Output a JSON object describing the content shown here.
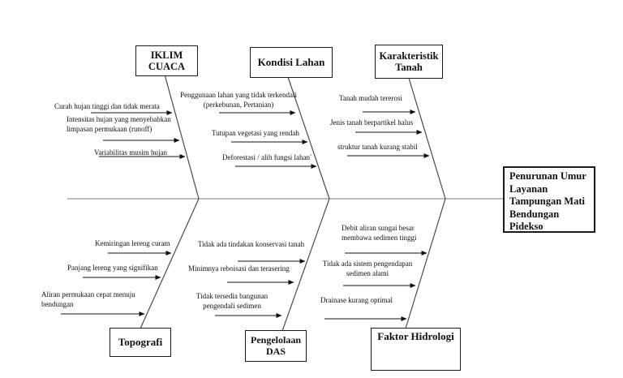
{
  "colors": {
    "spine": "#bdbdbd",
    "bone": "#4a4a4a",
    "ink": "#111111"
  },
  "effect_box": {
    "label": "Penurunan Umur\nLayanan\nTampungan Mati\nBendungan\nPidekso"
  },
  "categories": {
    "iklim_cuaca": {
      "label": "IKLIM\nCUACA",
      "causes": [
        "Curah hujan tinggi dan tidak merata",
        "Intensitas hujan yang menyebabkan\nlimpasan permukaan (runoff)",
        "Variabilitas musim hujan"
      ]
    },
    "kondisi_lahan": {
      "label": "Kondisi Lahan",
      "causes": [
        "Penggunaan lahan yang tidak terkendali\n(perkebunan, Pertanian)",
        "Tutupan vegetasi yang rendah",
        "Deforestasi / alih fungsi lahan`"
      ]
    },
    "karakteristik_tanah": {
      "label": "Karakteristik\nTanah",
      "causes": [
        "Tanah mudah tererosi",
        "Jenis tanah berpartikel halus",
        "struktur tanah kurang stabil"
      ]
    },
    "topografi": {
      "label": "Topografi",
      "causes": [
        "Kemiringan lereng curam",
        "Panjang lereng yang signifikan",
        "Aliran permukaan cepat menuju\nbendungan"
      ]
    },
    "pengelolaan_das": {
      "label": "Pengelolaan\nDAS",
      "causes": [
        "Tidak ada tindakan konservasi tanah",
        "Minimnya reboisasi dan terasering",
        "Tidak tersedia bangunan\npengendali sedimen"
      ]
    },
    "faktor_hidrologi": {
      "label": "Faktor Hidrologi",
      "causes": [
        "Debit aliran sungai besar\nmembawa sedimen tinggi",
        "Tidak ada sistem pengendapan\nsedimen alami",
        "Drainase kurang optimal"
      ]
    }
  }
}
